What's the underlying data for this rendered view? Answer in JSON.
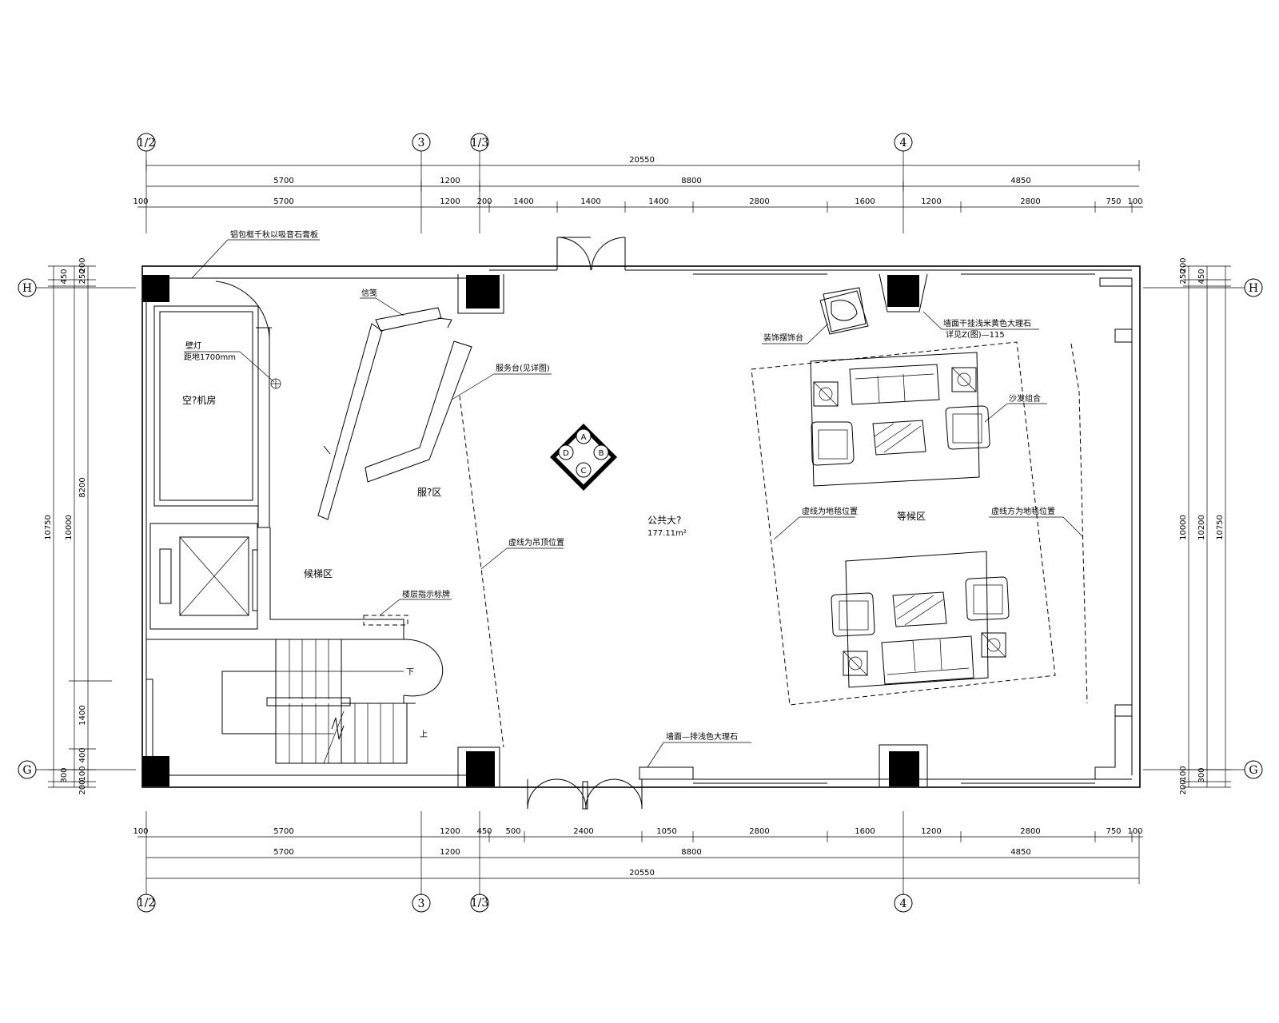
{
  "axes_top": [
    "1/2",
    "3",
    "1/3",
    "4"
  ],
  "axes_bottom": [
    "1/2",
    "3",
    "1/3",
    "4"
  ],
  "axes_left": [
    "H",
    "G"
  ],
  "axes_right": [
    "H",
    "G"
  ],
  "dims_top_total": "20550",
  "dims_top_row1": [
    "5700",
    "1200",
    "8800",
    "4850"
  ],
  "dims_top_row2": [
    "100",
    "5700",
    "1200",
    "200",
    "1400",
    "1400",
    "1400",
    "2800",
    "1600",
    "1200",
    "2800",
    "750",
    "100"
  ],
  "dims_bottom_row1": [
    "100",
    "5700",
    "1200",
    "450",
    "500",
    "2400",
    "1050",
    "2800",
    "1600",
    "1200",
    "2800",
    "750",
    "100"
  ],
  "dims_bottom_row2": [
    "5700",
    "1200",
    "8800",
    "4850"
  ],
  "dims_bottom_total": "20550",
  "dims_left": [
    "450",
    "250",
    "200",
    "10750",
    "10000",
    "8200",
    "1400",
    "400",
    "300",
    "100",
    "200"
  ],
  "dims_right": [
    "450",
    "250",
    "200",
    "10750",
    "10000",
    "10200",
    "300",
    "100",
    "200"
  ],
  "rooms": {
    "mechanical_room": "空?机房",
    "elevator_lobby": "候梯区",
    "service_area": "服?区",
    "public_hall": "公共大?",
    "public_hall_area": "177.11m²",
    "waiting_area": "等候区"
  },
  "notes": {
    "top_left": "铝包框千秋以吸音石膏板",
    "wall_lamp": "壁灯",
    "wall_lamp_height": "距地1700mm",
    "signage": "信笺",
    "service_desk": "服务台(见详图)",
    "ceiling_line": "虚线为吊顶位置",
    "floor_indicator": "楼层指示标牌",
    "decor": "装饰摆饰台",
    "top_right_1": "墙面干挂浅米黄色大理石",
    "top_right_2": "详见Z(图)—115",
    "sofa_note": "沙发组合",
    "carpet_left": "虚线为地毯位置",
    "carpet_right": "虚线方为地毯位置",
    "bottom_note": "墙面—排浅色大理石",
    "stair_down": "下",
    "stair_up": "上"
  },
  "index_marks": [
    "A",
    "B",
    "C",
    "D"
  ]
}
